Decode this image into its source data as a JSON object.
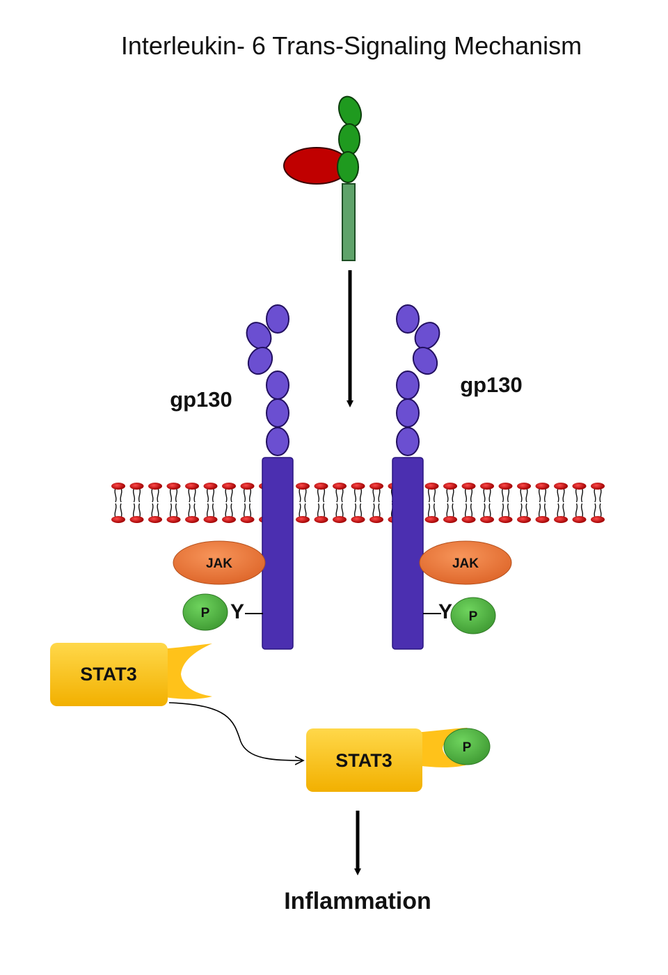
{
  "title": "Interleukin- 6 Trans-Signaling Mechanism",
  "labels": {
    "gp130_left": "gp130",
    "gp130_right": "gp130",
    "jak_left": "JAK",
    "jak_right": "JAK",
    "phospho_left": "P",
    "phospho_right": "P",
    "tyrosine_left": "Y",
    "tyrosine_right": "Y",
    "stat3_top": "STAT3",
    "stat3_bottom": "STAT3",
    "phospho_stat3": "P",
    "outcome": "Inflammation"
  },
  "colors": {
    "il6": "#c00000",
    "sil6r_domain": "#1f9a1f",
    "sil6r_stalk": "#5fa36a",
    "gp130_domain": "#6b4fd1",
    "gp130_transmembrane": "#4b2fb0",
    "jak": "#ec7a3a",
    "phospho": "#54b944",
    "stat3": "#ffc21a",
    "membrane_head": "#c81414"
  }
}
